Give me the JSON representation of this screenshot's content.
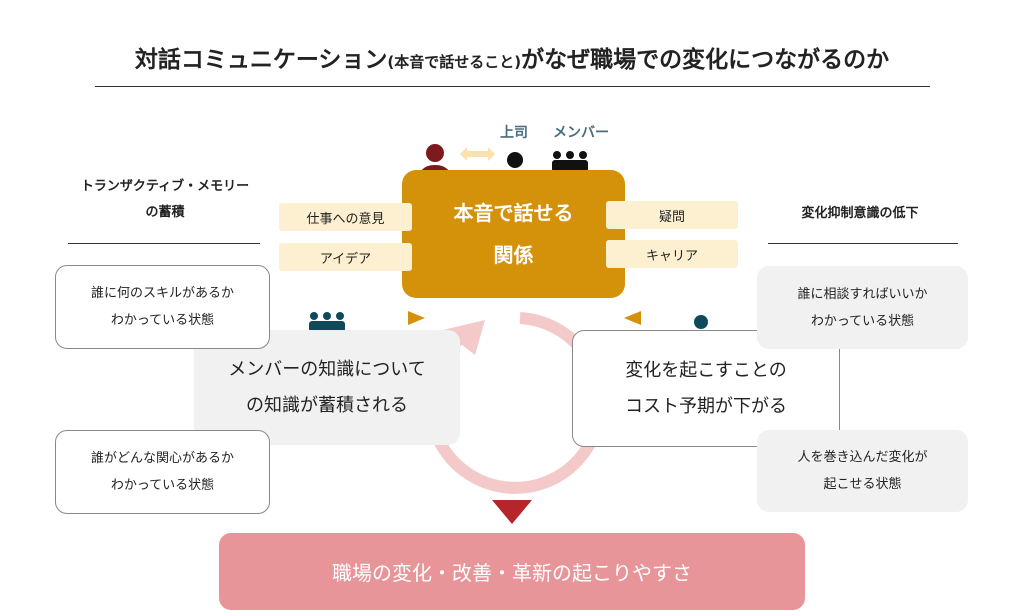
{
  "title": {
    "main_a": "対話コミュニケーション",
    "paren": "(本音で話せること)",
    "main_b": "がなぜ職場での変化につながるのか"
  },
  "labels": {
    "boss": "上司",
    "members": "メンバー"
  },
  "center": {
    "line1": "本音で話せる",
    "line2": "関係"
  },
  "left_tags": [
    "仕事への意見",
    "アイデア"
  ],
  "right_tags": [
    "疑問",
    "キャリア"
  ],
  "left_heading": {
    "line1": "トランザクティブ・メモリー",
    "line2": "の蓄積"
  },
  "right_heading": "変化抑制意識の低下",
  "left_boxes": [
    {
      "line1": "誰に何のスキルがあるか",
      "line2": "わかっている状態"
    },
    {
      "line1": "誰がどんな関心があるか",
      "line2": "わかっている状態"
    }
  ],
  "left_main": {
    "line1": "メンバーの知識について",
    "line2": "の知識が蓄積される"
  },
  "right_main": {
    "line1": "変化を起こすことの",
    "line2": "コスト予期が下がる"
  },
  "right_boxes": [
    {
      "line1": "誰に相談すればいいか",
      "line2": "わかっている状態"
    },
    {
      "line1": "人を巻き込んだ変化が",
      "line2": "起こせる状態"
    }
  ],
  "bottom": "職場の変化・改善・革新の起こりやすさ",
  "colors": {
    "gold": "#d4920a",
    "cream": "#fdf0d0",
    "pink": "#e8959a",
    "darkred": "#b5252a",
    "teal": "#0f4a5a",
    "person_red": "#7d1a1f"
  }
}
